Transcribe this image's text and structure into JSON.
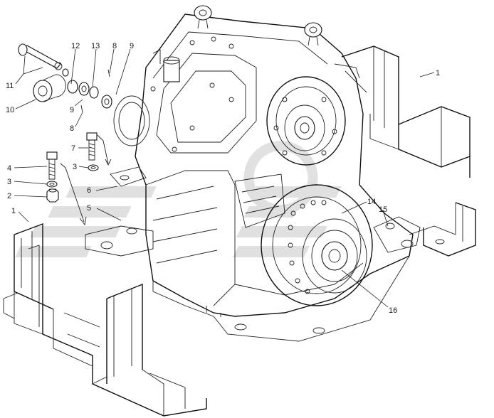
{
  "colors": {
    "ink": "#1a1a1a",
    "watermark": "#c8c8c8",
    "background": "#ffffff"
  },
  "callouts": [
    {
      "id": "c1a",
      "text": "1"
    },
    {
      "id": "c1b",
      "text": "1"
    },
    {
      "id": "c2",
      "text": "2"
    },
    {
      "id": "c3a",
      "text": "3"
    },
    {
      "id": "c3b",
      "text": "3"
    },
    {
      "id": "c4",
      "text": "4"
    },
    {
      "id": "c5",
      "text": "5"
    },
    {
      "id": "c6",
      "text": "6"
    },
    {
      "id": "c7",
      "text": "7"
    },
    {
      "id": "c8a",
      "text": "8"
    },
    {
      "id": "c8b",
      "text": "8"
    },
    {
      "id": "c9a",
      "text": "9"
    },
    {
      "id": "c9b",
      "text": "9"
    },
    {
      "id": "c10",
      "text": "10"
    },
    {
      "id": "c11",
      "text": "11"
    },
    {
      "id": "c12",
      "text": "12"
    },
    {
      "id": "c13",
      "text": "13"
    },
    {
      "id": "c14",
      "text": "14"
    },
    {
      "id": "c15",
      "text": "15"
    },
    {
      "id": "c16",
      "text": "16"
    }
  ],
  "watermark_icon": "gear-logo-watermark"
}
